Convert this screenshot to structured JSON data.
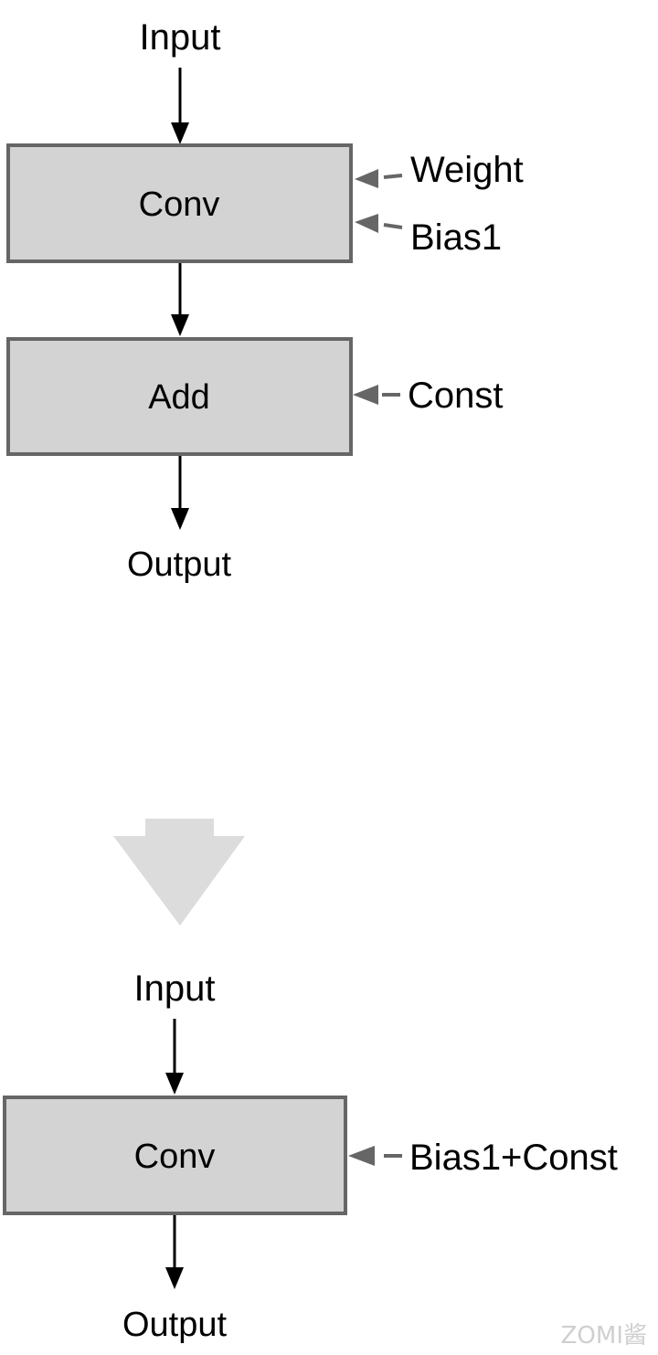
{
  "before": {
    "input_label": "Input",
    "conv_label": "Conv",
    "weight_label": "Weight",
    "bias1_label": "Bias1",
    "add_label": "Add",
    "const_label": "Const",
    "output_label": "Output"
  },
  "after": {
    "input_label": "Input",
    "conv_label": "Conv",
    "bias_const_label": "Bias1+Const",
    "output_label": "Output"
  },
  "watermark": "ZOMI酱",
  "colors": {
    "node_fill": "#d3d3d3",
    "node_stroke": "#666666",
    "edge": "#000000",
    "param_arrow": "#666666",
    "transform_arrow": "#dcdcdc"
  }
}
